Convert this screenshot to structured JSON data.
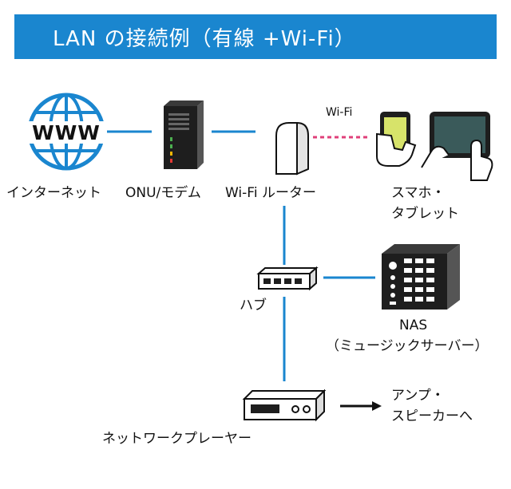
{
  "title": "LAN の接続例（有線 +Wi-Fi）",
  "nodes": {
    "internet": "インターネット",
    "onu": "ONU/モデム",
    "router": "Wi-Fi ルーター",
    "smartphone_line1": "スマホ・",
    "smartphone_line2": "タブレット",
    "hub": "ハブ",
    "nas_line1": "NAS",
    "nas_line2": "（ミュージックサーバー）",
    "player": "ネットワークプレーヤー",
    "amp_line1": "アンプ・",
    "amp_line2": "スピーカーへ"
  },
  "wifi_link_label": "Wi-Fi",
  "globe_text": "WWW",
  "colors": {
    "accent": "#1a86cf",
    "wifi_link": "#e0407a",
    "device_dark": "#1e1e1e",
    "screen": "#3a5a5a"
  },
  "icons": {
    "internet": "globe-www-icon",
    "onu": "tower-modem-icon",
    "router": "router-icon",
    "mobile": "phone-tablet-hands-icon",
    "hub": "hub-icon",
    "nas": "nas-server-icon",
    "player": "network-player-icon"
  }
}
